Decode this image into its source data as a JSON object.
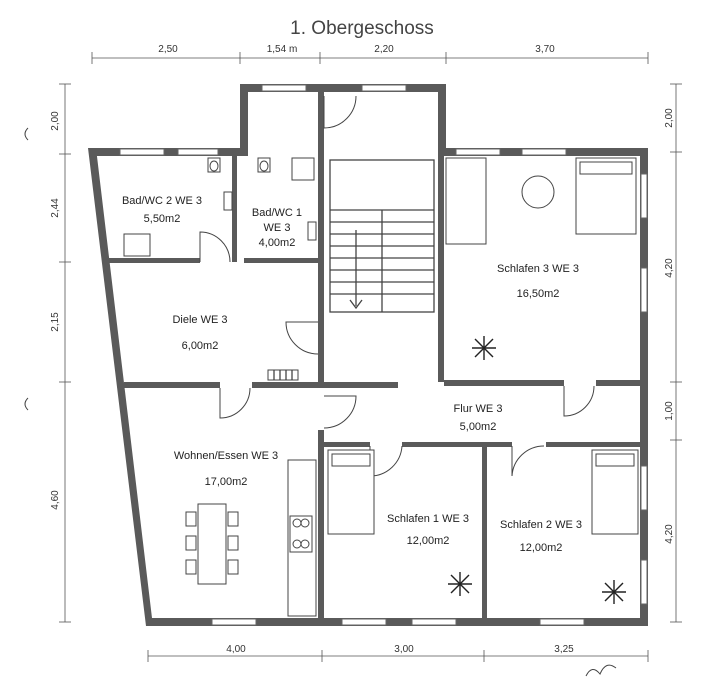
{
  "title": "1. Obergeschoss",
  "dims_top": [
    "2,50",
    "1,54 m",
    "2,20",
    "3,70"
  ],
  "dims_bottom": [
    "4,00",
    "3,00",
    "3,25"
  ],
  "dims_left": [
    "2,00",
    "2,44",
    "2,15",
    "4,60"
  ],
  "dims_right": [
    "2,00",
    "4,20",
    "1,00",
    "4,20"
  ],
  "rooms": {
    "bad2": {
      "name": "Bad/WC 2 WE 3",
      "area": "5,50m2"
    },
    "bad1": {
      "name_l1": "Bad/WC 1",
      "name_l2": "WE 3",
      "area": "4,00m2"
    },
    "diele": {
      "name": "Diele WE 3",
      "area": "6,00m2"
    },
    "schlafen3": {
      "name": "Schlafen 3 WE 3",
      "area": "16,50m2"
    },
    "flur": {
      "name": "Flur WE 3",
      "area": "5,00m2"
    },
    "wohnen": {
      "name": "Wohnen/Essen WE 3",
      "area": "17,00m2"
    },
    "schlafen1": {
      "name": "Schlafen 1 WE 3",
      "area": "12,00m2"
    },
    "schlafen2": {
      "name": "Schlafen 2 WE 3",
      "area": "12,00m2"
    }
  }
}
